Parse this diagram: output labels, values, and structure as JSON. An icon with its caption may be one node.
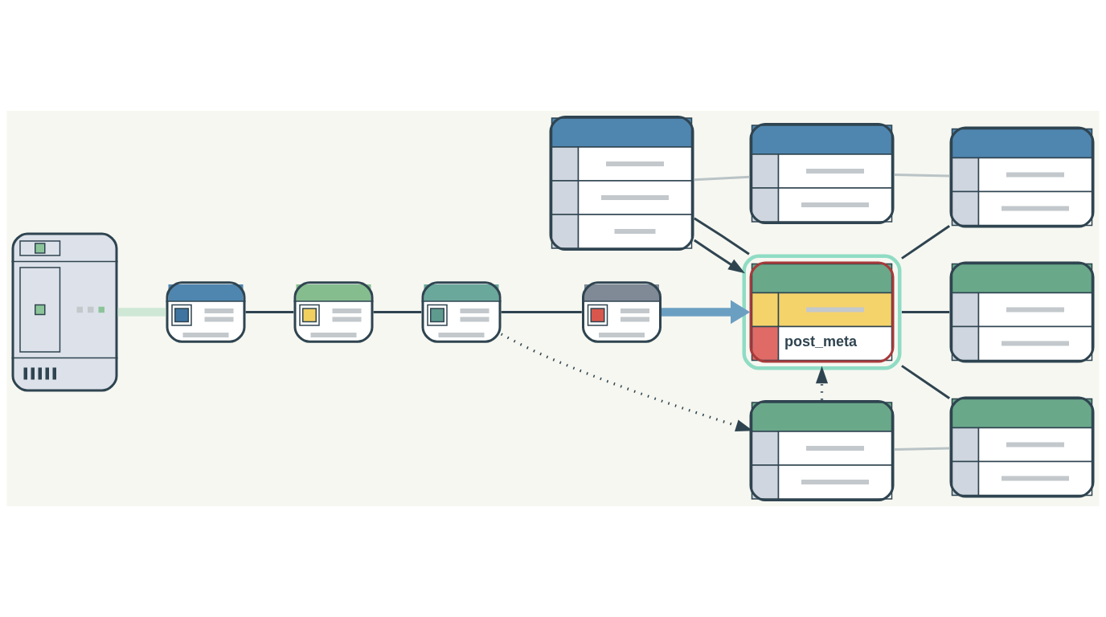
{
  "diagram": {
    "nodes": [
      {
        "text": [],
        "shape": "picture"
      },
      {
        "text": [],
        "shape": "box"
      },
      {
        "text": [],
        "shape": "box"
      },
      {
        "text": [],
        "shape": "box"
      },
      {
        "text": [],
        "shape": "box"
      },
      {
        "text": [],
        "shape": "table"
      },
      {
        "text": [],
        "shape": "table"
      },
      {
        "text": [],
        "shape": "table"
      },
      {
        "text": [
          "post_meta"
        ]
      },
      {
        "text": [],
        "shape": "table"
      },
      {
        "text": [],
        "shape": "table"
      },
      {
        "text": [],
        "shape": "table"
      }
    ],
    "edges": [
      {
        "from": 0,
        "to": 1,
        "arrow": "none",
        "style": "thick",
        "color": "#cfe8d6"
      },
      {
        "from": 1,
        "to": 2,
        "arrow": "none"
      },
      {
        "from": 2,
        "to": 3,
        "arrow": "none"
      },
      {
        "from": 3,
        "to": 4,
        "arrow": "none"
      },
      {
        "from": 4,
        "to": 8,
        "arrow": "to",
        "style": "thick",
        "color": "#6b9fc2"
      },
      {
        "from": 5,
        "to": 8,
        "arrow": "to"
      },
      {
        "from": 5,
        "to": 8,
        "arrow": "none"
      },
      {
        "from": 5,
        "to": 6,
        "arrow": "none",
        "color": "#b9c3c6"
      },
      {
        "from": 3,
        "to": 10,
        "arrow": "to",
        "style": "dashed"
      },
      {
        "from": 10,
        "to": 8,
        "arrow": "to",
        "style": "dashed"
      },
      {
        "from": 8,
        "to": 7,
        "arrow": "none"
      },
      {
        "from": 8,
        "to": 9,
        "arrow": "none"
      },
      {
        "from": 8,
        "to": 11,
        "arrow": "none"
      },
      {
        "from": 6,
        "to": 7,
        "arrow": "none",
        "color": "#b9c3c6"
      },
      {
        "from": 10,
        "to": 11,
        "arrow": "none",
        "color": "#b9c3c6"
      }
    ]
  }
}
